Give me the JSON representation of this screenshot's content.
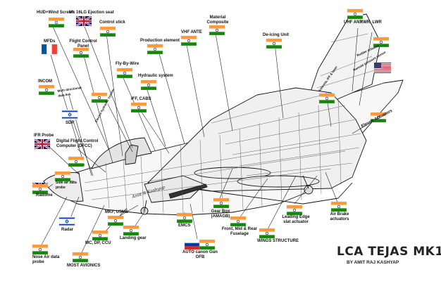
{
  "title": "LCA TEJAS MK1",
  "author": "BY AMIT RAJ KASHYAP",
  "fuselage_text": "Amit R Kashyap",
  "colors": {
    "saffron": "#ff9933",
    "india_green": "#138808",
    "navy": "#000080",
    "us_red": "#b22234",
    "us_blue": "#3c3b6e",
    "uk_red": "#c8102e",
    "uk_blue": "#012169",
    "fr_blue": "#0055a4",
    "fr_red": "#ef4135",
    "il_blue": "#0038b8",
    "ru_blue": "#0039a6",
    "ru_red": "#d52b1e"
  },
  "labels": {
    "hud": "HUD+Wind Screen",
    "ejection_seat": "Mk 16LG Ejection seat",
    "control_stick": "Control stick",
    "mfds": "MFDs",
    "fcp": "Flight Control Panel",
    "fly_by_wire": "Fly-By-Wire",
    "production_element": "Production element",
    "vhf_ante": "VHF ANTE",
    "material_composite": "Material Composite",
    "de_icing": "De-icing Unit",
    "uhf_ant": "UHF ANT",
    "rwr_lwr": "RWR, LWR",
    "radar_actuator": "Rudder actuator",
    "remote_pressure": "Remote pressure sensor",
    "incom": "INCOM",
    "multi_directional": "Multi directional data link",
    "hydraulic": "Hydraulic system",
    "iff_cabs": "IFF, CABS",
    "eo_sensors": "Electro hydraulic system",
    "sdr": "SDR",
    "ifr_probe": "IFR Probe",
    "dfcc": "Digital Flight Control Computer (DFCC)",
    "side_air_data": "Side air data probe",
    "radome": "Radome",
    "radar": "Radar",
    "nose_air_data": "Nose Air data probe",
    "most_avionics": "MOST AVIONICS",
    "mc_dp_ccu": "MC, DP, CCU",
    "mkf_usms": "MKF, USMS",
    "landing_gear": "Landing gear",
    "emcs": "EMCS",
    "auto_canon": "AUTO canon Gun OFB",
    "gear_box": "Gear Box (AMAGB)",
    "front_mid_rear": "Front, Mid & Rear Fuselage",
    "wings_structure": "WINGS STRUCTURE",
    "leading_edge": "Leading Edge slat actuator",
    "air_brake": "Air Brake actuators",
    "elevon_actuators": "Elevon Actuators",
    "intake_atoms": "Antenna, IFF & laser"
  }
}
